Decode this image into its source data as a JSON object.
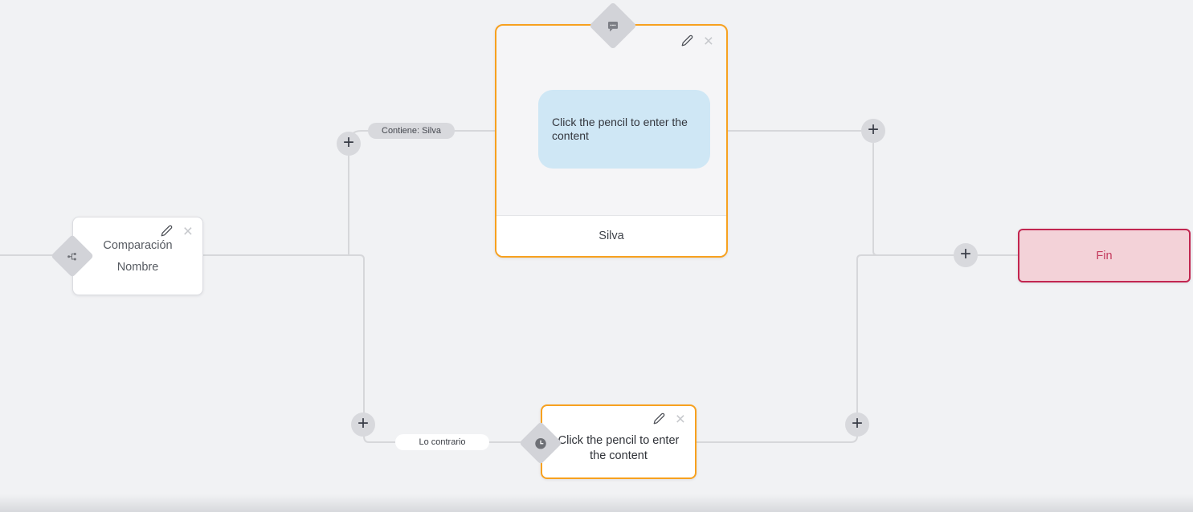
{
  "glyphs": {
    "plus": "+",
    "close": "×"
  },
  "colors": {
    "canvas_bg": "#f1f2f4",
    "edge": "#d6d7da",
    "accent_orange": "#f7a11f",
    "message_body_bg": "#f5f5f7",
    "bubble_bg": "#cfe7f5",
    "pill_gray_bg": "#d8d9dd",
    "handle_gray": "#d2d3d8",
    "icon_gray": "#6e7076",
    "end_bg": "#f3d2d8",
    "end_border": "#c22650",
    "end_text": "#c43b5e"
  },
  "edge_labels": {
    "condition_true": "Contiene: Silva",
    "condition_false": "Lo contrario"
  },
  "nodes": {
    "condition": {
      "title_line1": "Comparación",
      "title_line2": "Nombre"
    },
    "message": {
      "bubble_text": "Click the pencil to enter the content",
      "footer_label": "Silva"
    },
    "action": {
      "placeholder_text": "Click the pencil to enter the content"
    },
    "end": {
      "label": "Fin"
    }
  }
}
